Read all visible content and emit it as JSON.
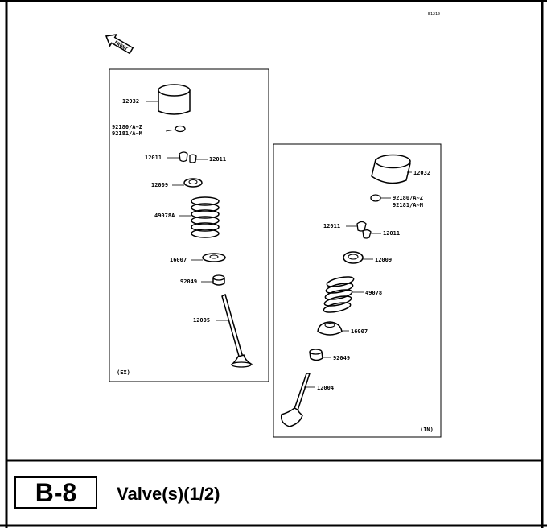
{
  "diagram": {
    "code": "E1210",
    "front_label": "FRONT",
    "panel_ex_tag": "(EX)",
    "panel_in_tag": "(IN)",
    "ex_labels": {
      "tappet": "12032",
      "shim1": "92180/A~Z",
      "shim2": "92181/A~M",
      "cotter_left": "12011",
      "cotter_right": "12011",
      "retainer": "12009",
      "spring": "49078A",
      "seat": "16007",
      "seal": "92049",
      "valve": "12005"
    },
    "in_labels": {
      "tappet": "12032",
      "shim1": "92180/A~Z",
      "shim2": "92181/A~M",
      "cotter_left": "12011",
      "cotter_right": "12011",
      "retainer": "12009",
      "spring": "49078",
      "seat": "16007",
      "seal": "92049",
      "valve": "12004"
    }
  },
  "footer": {
    "section": "B-8",
    "title": "Valve(s)(1/2)"
  }
}
